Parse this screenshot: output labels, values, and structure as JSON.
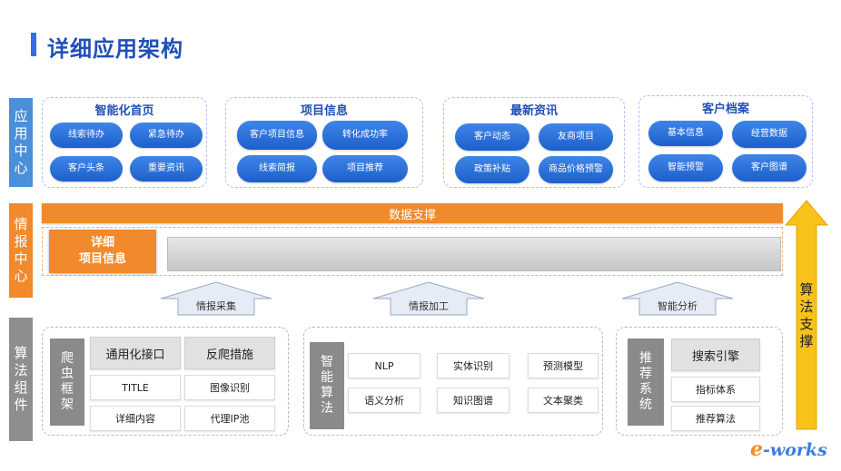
{
  "header": {
    "title": "详细应用架构"
  },
  "labels": {
    "app_center": [
      "应",
      "用",
      "中",
      "心"
    ],
    "intel_center": [
      "情",
      "报",
      "中",
      "心"
    ],
    "alg_components": [
      "算",
      "法",
      "组",
      "件"
    ]
  },
  "app_groups": [
    {
      "title": "智能化首页",
      "items": [
        "线索待办",
        "紧急待办",
        "客户头条",
        "重要资讯"
      ]
    },
    {
      "title": "项目信息",
      "items": [
        "客户项目信息",
        "转化成功率",
        "线索简报",
        "项目推荐"
      ]
    },
    {
      "title": "最新资讯",
      "items": [
        "客户动态",
        "友商项目",
        "政策补贴",
        "商品价格预警"
      ]
    },
    {
      "title": "客户档案",
      "items": [
        "基本信息",
        "经营数据",
        "智能预警",
        "客户图谱"
      ]
    }
  ],
  "intel": {
    "data_support": "数据支撑",
    "detail_line1": "详细",
    "detail_line2": "项目信息"
  },
  "flows": [
    "情报采集",
    "情报加工",
    "智能分析"
  ],
  "side_arrow": {
    "chars": [
      "算",
      "法",
      "支",
      "撑"
    ]
  },
  "alg_groups": {
    "crawler": {
      "label": [
        "爬",
        "虫",
        "框",
        "架"
      ],
      "headers": [
        "通用化接口",
        "反爬措施"
      ],
      "cells": [
        "TITLE",
        "图像识别",
        "详细内容",
        "代理IP池"
      ]
    },
    "smart_alg": {
      "label": [
        "智",
        "能",
        "算",
        "法"
      ],
      "cells": [
        "NLP",
        "实体识别",
        "预测模型",
        "语义分析",
        "知识图谱",
        "文本聚类"
      ]
    },
    "recommend": {
      "label": [
        "推",
        "荐",
        "系",
        "统"
      ],
      "header": "搜索引擎",
      "cells": [
        "指标体系",
        "推荐算法"
      ]
    }
  },
  "logo": {
    "e": "e",
    "rest": "-works"
  },
  "colors": {
    "blue_accent": "#2f6fea",
    "pill_blue": "#2a6fd8",
    "orange": "#f08a2c",
    "grey": "#8e8e8e",
    "arrow_yellow": "#f7c21a"
  }
}
